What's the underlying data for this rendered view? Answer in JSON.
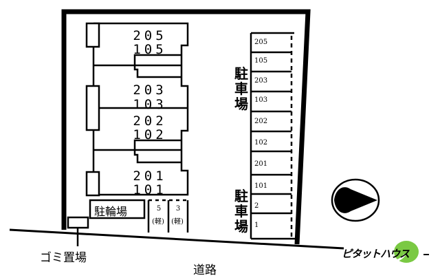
{
  "units": [
    {
      "upper": "205",
      "lower": "105"
    },
    {
      "upper": "203",
      "lower": "103"
    },
    {
      "upper": "202",
      "lower": "102"
    },
    {
      "upper": "201",
      "lower": "101"
    }
  ],
  "parking_label": "駐車場",
  "parking_slots": [
    "205",
    "105",
    "203",
    "103",
    "202",
    "102",
    "201",
    "101",
    "2",
    "1"
  ],
  "bicycle_parking": "駐輪場",
  "motorbike_slots": [
    {
      "number": "5",
      "type": "(軽)"
    },
    {
      "number": "3",
      "type": "(軽)"
    }
  ],
  "garbage_area": "ゴミ置場",
  "road": "道路",
  "brand": "ピタットハウス",
  "colors": {
    "brand_green": "#7ac943",
    "line": "#000000"
  }
}
